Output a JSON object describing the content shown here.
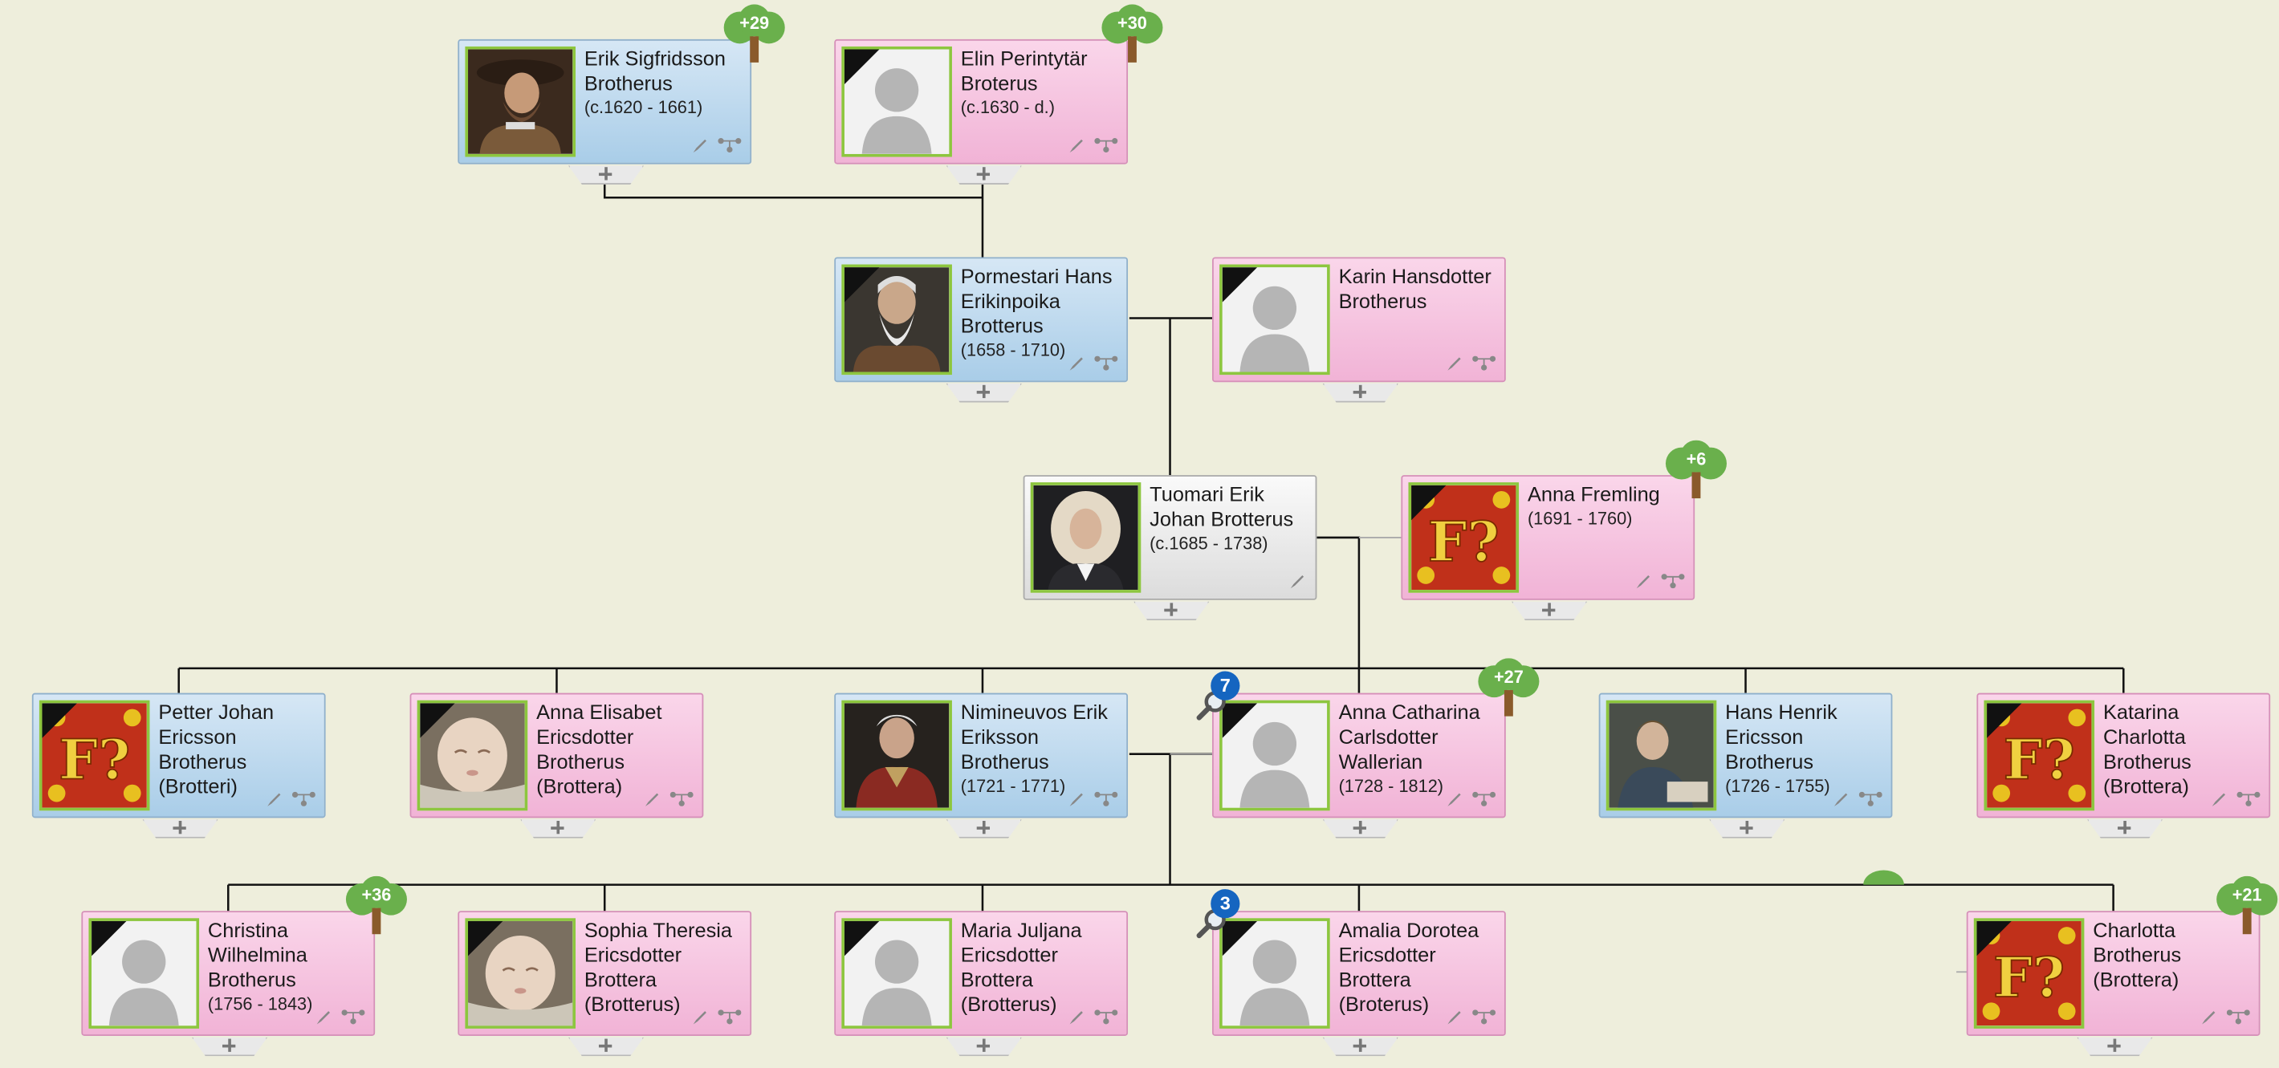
{
  "tree_badges": {
    "erik_sigfridsson": "+29",
    "elin_perintytar": "+30",
    "anna_fremling": "+6",
    "anna_catharina": "+27",
    "christina": "+36",
    "charlotta": "+21"
  },
  "search_badges": {
    "anna_catharina": "7",
    "amalia": "3"
  },
  "people": {
    "p1": {
      "line1": "Erik Sigfridsson",
      "line2": "Brotherus",
      "line3": "",
      "dates": "(c.1620 - 1661)"
    },
    "p2": {
      "line1": "Elin Perintytär",
      "line2": "Broterus",
      "line3": "",
      "dates": "(c.1630 -  d.)"
    },
    "p3": {
      "line1": "Pormestari Hans",
      "line2": "Erikinpoika",
      "line3": "Brotterus",
      "dates": "(1658 - 1710)"
    },
    "p4": {
      "line1": "Karin Hansdotter",
      "line2": "Brotherus",
      "line3": "",
      "dates": ""
    },
    "p5": {
      "line1": "Tuomari Erik",
      "line2": "Johan Brotterus",
      "line3": "",
      "dates": "(c.1685 - 1738)"
    },
    "p6": {
      "line1": "Anna Fremling",
      "line2": "",
      "line3": "",
      "dates": "(1691 - 1760)"
    },
    "p7": {
      "line1": "Petter Johan",
      "line2": "Ericsson",
      "line3": "Brotherus",
      "line4": "(Brotteri)",
      "dates": ""
    },
    "p8": {
      "line1": "Anna Elisabet",
      "line2": "Ericsdotter",
      "line3": "Brotherus",
      "line4": "(Brottera)",
      "dates": ""
    },
    "p9": {
      "line1": "Nimineuvos Erik",
      "line2": "Eriksson",
      "line3": "Brotherus",
      "dates": "(1721 - 1771)"
    },
    "p10": {
      "line1": "Anna Catharina",
      "line2": "Carlsdotter",
      "line3": "Wallerian",
      "dates": "(1728 - 1812)"
    },
    "p11": {
      "line1": "Hans Henrik",
      "line2": "Ericsson",
      "line3": "Brotherus",
      "dates": "(1726 - 1755)"
    },
    "p12": {
      "line1": "Katarina",
      "line2": "Charlotta",
      "line3": "Brotherus",
      "line4": "(Brottera)",
      "dates": ""
    },
    "p13": {
      "line1": "Christina",
      "line2": "Wilhelmina",
      "line3": "Brotherus",
      "dates": "(1756 - 1843)"
    },
    "p14": {
      "line1": "Sophia Theresia",
      "line2": "Ericsdotter",
      "line3": "Brottera",
      "line4": "(Brotterus)",
      "dates": ""
    },
    "p15": {
      "line1": "Maria Juljana",
      "line2": "Ericsdotter",
      "line3": "Brottera",
      "line4": "(Brotterus)",
      "dates": ""
    },
    "p16": {
      "line1": "Amalia Dorotea",
      "line2": "Ericsdotter",
      "line3": "Brottera",
      "line4": "(Broterus)",
      "dates": ""
    },
    "p17": {
      "line1": "Charlotta",
      "line2": "Brotherus",
      "line3": "(Brottera)",
      "dates": ""
    }
  },
  "colors": {
    "male": "#a9cde8",
    "female": "#f1b3d6",
    "unknown": "#dcdcdc",
    "tree_green": "#6ab04c",
    "search_blue": "#1565c0",
    "background": "#eeeedc"
  },
  "icons": {
    "edit": "pencil-icon",
    "relations": "relations-icon",
    "add": "plus-icon",
    "tree": "tree-icon",
    "search": "magnifier-icon"
  }
}
